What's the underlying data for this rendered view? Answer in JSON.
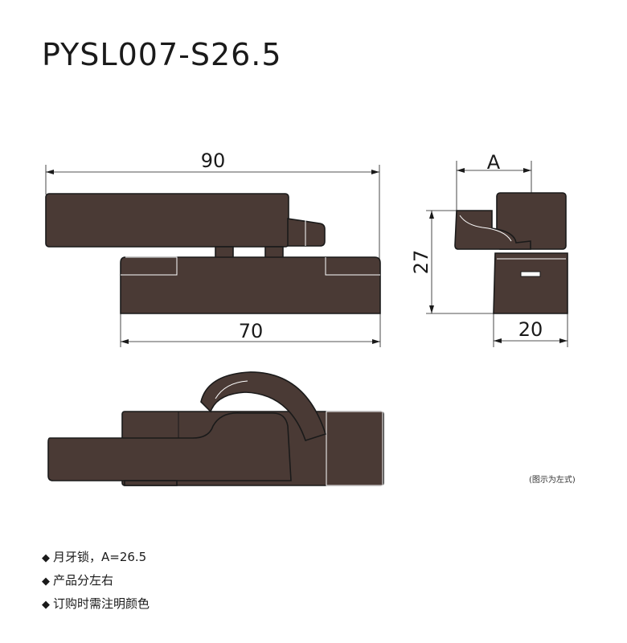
{
  "title": "PYSL007-S26.5",
  "caption": "(图示为左式)",
  "dimensions": {
    "length_top": "90",
    "length_base": "70",
    "height": "27",
    "width": "20",
    "offset": "A"
  },
  "notes": [
    {
      "bullet": "◆",
      "text": "月牙锁，A=26.5"
    },
    {
      "bullet": "◆",
      "text": "产品分左右"
    },
    {
      "bullet": "◆",
      "text": "订购时需注明颜色"
    }
  ],
  "colors": {
    "body": "#4a3a35",
    "line": "#1a1a1a",
    "background": "#ffffff"
  }
}
